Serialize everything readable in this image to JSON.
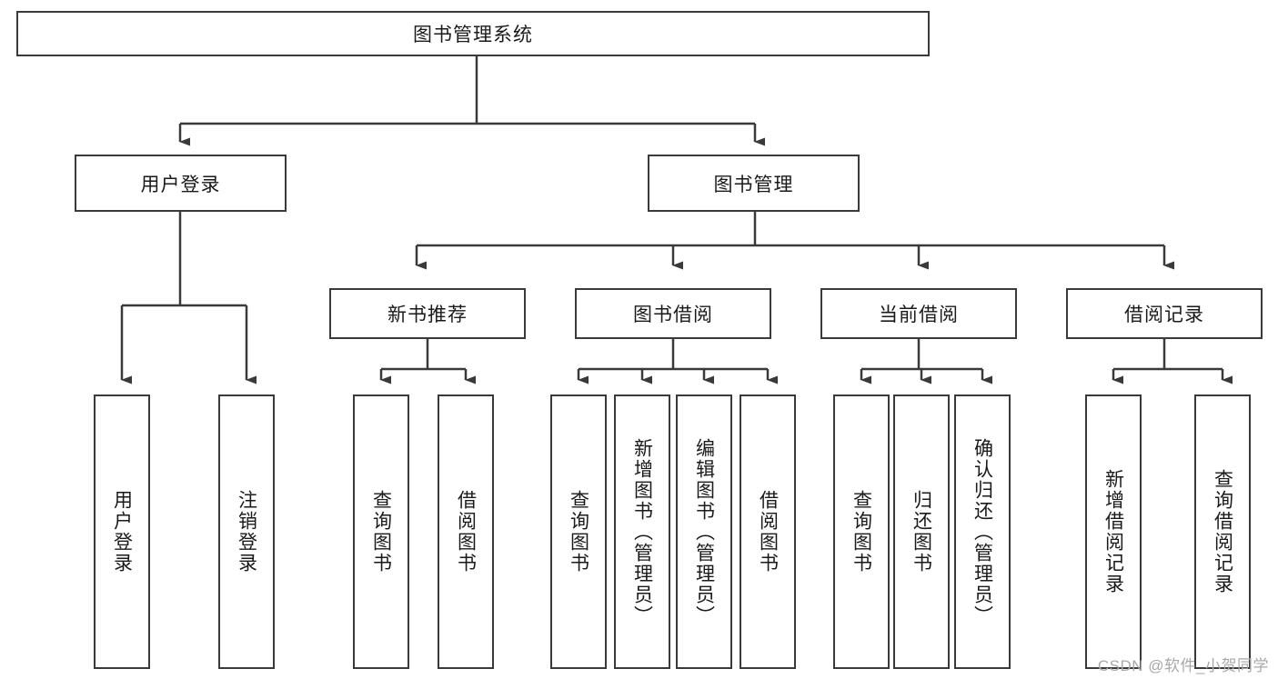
{
  "diagram": {
    "title": "图书管理系统",
    "type": "tree-hierarchy-diagram",
    "root": {
      "label": "图书管理系统"
    },
    "level2": [
      {
        "label": "用户登录"
      },
      {
        "label": "图书管理"
      }
    ],
    "level3": [
      {
        "label": "新书推荐"
      },
      {
        "label": "图书借阅"
      },
      {
        "label": "当前借阅"
      },
      {
        "label": "借阅记录"
      }
    ],
    "leaves": [
      {
        "label": "用户登录",
        "parent": "用户登录"
      },
      {
        "label": "注销登录",
        "parent": "用户登录"
      },
      {
        "label": "查询图书",
        "parent": "新书推荐"
      },
      {
        "label": "借阅图书",
        "parent": "新书推荐"
      },
      {
        "label": "查询图书",
        "parent": "图书借阅"
      },
      {
        "label": "新增图书（管理员）",
        "parent": "图书借阅"
      },
      {
        "label": "编辑图书（管理员）",
        "parent": "图书借阅"
      },
      {
        "label": "借阅图书",
        "parent": "图书借阅"
      },
      {
        "label": "查询图书",
        "parent": "当前借阅"
      },
      {
        "label": "归还图书",
        "parent": "当前借阅"
      },
      {
        "label": "确认归还（管理员）",
        "parent": "当前借阅"
      },
      {
        "label": "新增借阅记录",
        "parent": "借阅记录"
      },
      {
        "label": "查询借阅记录",
        "parent": "借阅记录"
      }
    ],
    "watermark": "CSDN @软件_小贺同学",
    "colors": {
      "stroke": "#3a3a3a",
      "text": "#1a1a1a",
      "background": "#ffffff",
      "watermark": "#a9a9a9"
    }
  }
}
